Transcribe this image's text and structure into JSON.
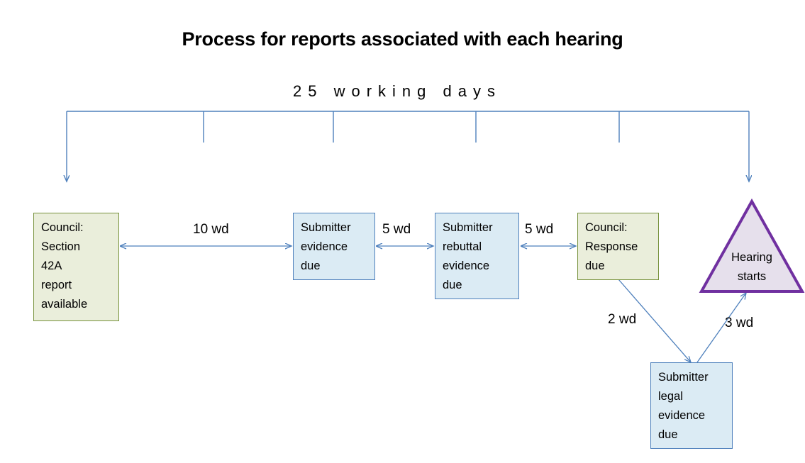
{
  "diagram": {
    "title": "Process for reports associated with each hearing",
    "timeline": {
      "caption": "25 working days",
      "tick_count": 4
    },
    "nodes": [
      {
        "id": "council-s42a",
        "shape": "rectangle",
        "style": "olive",
        "lines": [
          "Council:",
          "Section",
          "42A",
          "report",
          "available"
        ]
      },
      {
        "id": "submitter-evidence",
        "shape": "rectangle",
        "style": "blue",
        "lines": [
          "Submitter",
          "evidence",
          "due"
        ]
      },
      {
        "id": "submitter-rebuttal",
        "shape": "rectangle",
        "style": "blue",
        "lines": [
          "Submitter",
          "rebuttal",
          "evidence",
          "due"
        ]
      },
      {
        "id": "council-response",
        "shape": "rectangle",
        "style": "olive",
        "lines": [
          "Council:",
          "Response",
          "due"
        ]
      },
      {
        "id": "hearing-starts",
        "shape": "triangle",
        "style": "purple",
        "lines": [
          "Hearing",
          "starts"
        ]
      },
      {
        "id": "submitter-legal",
        "shape": "rectangle",
        "style": "blue",
        "lines": [
          "Submitter",
          "legal",
          "evidence",
          "due"
        ]
      }
    ],
    "edges": [
      {
        "id": "e1",
        "from": "council-s42a",
        "to": "submitter-evidence",
        "label": "10 wd"
      },
      {
        "id": "e2",
        "from": "submitter-evidence",
        "to": "submitter-rebuttal",
        "label": "5 wd"
      },
      {
        "id": "e3",
        "from": "submitter-rebuttal",
        "to": "council-response",
        "label": "5 wd"
      },
      {
        "id": "e4",
        "from": "council-response",
        "to": "submitter-legal",
        "label": "2 wd"
      },
      {
        "id": "e5",
        "from": "submitter-legal",
        "to": "hearing-starts",
        "label": "3 wd"
      }
    ],
    "colors": {
      "olive_fill": "#EAEEDB",
      "olive_border": "#77923C",
      "blue_fill": "#DBEBF4",
      "blue_border": "#4E80BC",
      "purple_fill": "#E6E0EC",
      "purple_border": "#7030A0",
      "connector": "#4E80BC",
      "text": "#000000",
      "background": "#FFFFFF"
    }
  }
}
